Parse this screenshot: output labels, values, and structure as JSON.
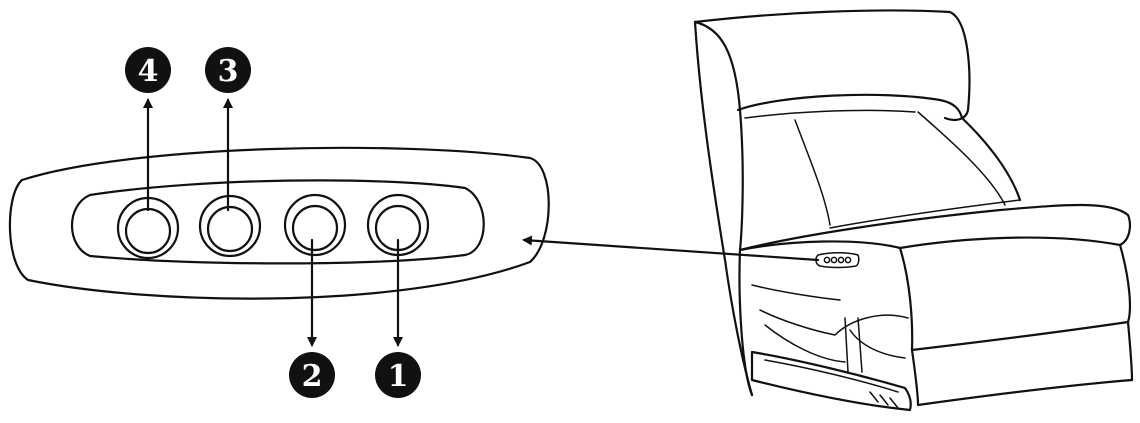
{
  "diagram": {
    "callouts": [
      {
        "label": "1"
      },
      {
        "label": "2"
      },
      {
        "label": "3"
      },
      {
        "label": "4"
      }
    ],
    "colors": {
      "line": "#111111",
      "background": "#ffffff",
      "marker_fill": "#111111",
      "marker_text": "#ffffff"
    }
  }
}
